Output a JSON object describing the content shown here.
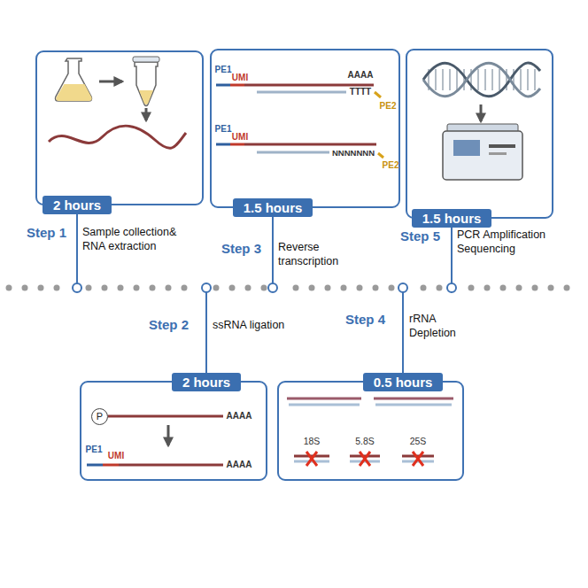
{
  "diagram": {
    "nodes": [
      {
        "text": [
          "2 hours"
        ]
      },
      {
        "text": [
          "1.5 hours"
        ]
      },
      {
        "text": [
          "1.5 hours"
        ]
      },
      {
        "text": [
          "2 hours"
        ]
      },
      {
        "text": [
          "P"
        ],
        "in": 3
      },
      {
        "text": [
          "0.5 hours"
        ]
      }
    ],
    "labels": [
      "Step 1",
      "Sample collection& RNA extraction",
      "Step 3",
      "Reverse transcription",
      "Step 5",
      "PCR Amplification Sequencing",
      "Step 2",
      "ssRNA ligation",
      "Step 4",
      "rRNA Depletion",
      "PE1",
      "UMI",
      "AAAA",
      "TTTT",
      "PE2",
      "PE1",
      "UMI",
      "NNNNNNN",
      "PE2",
      "AAAA",
      "PE1",
      "UMI",
      "AAAA",
      "18S",
      "5.8S",
      "25S"
    ]
  }
}
